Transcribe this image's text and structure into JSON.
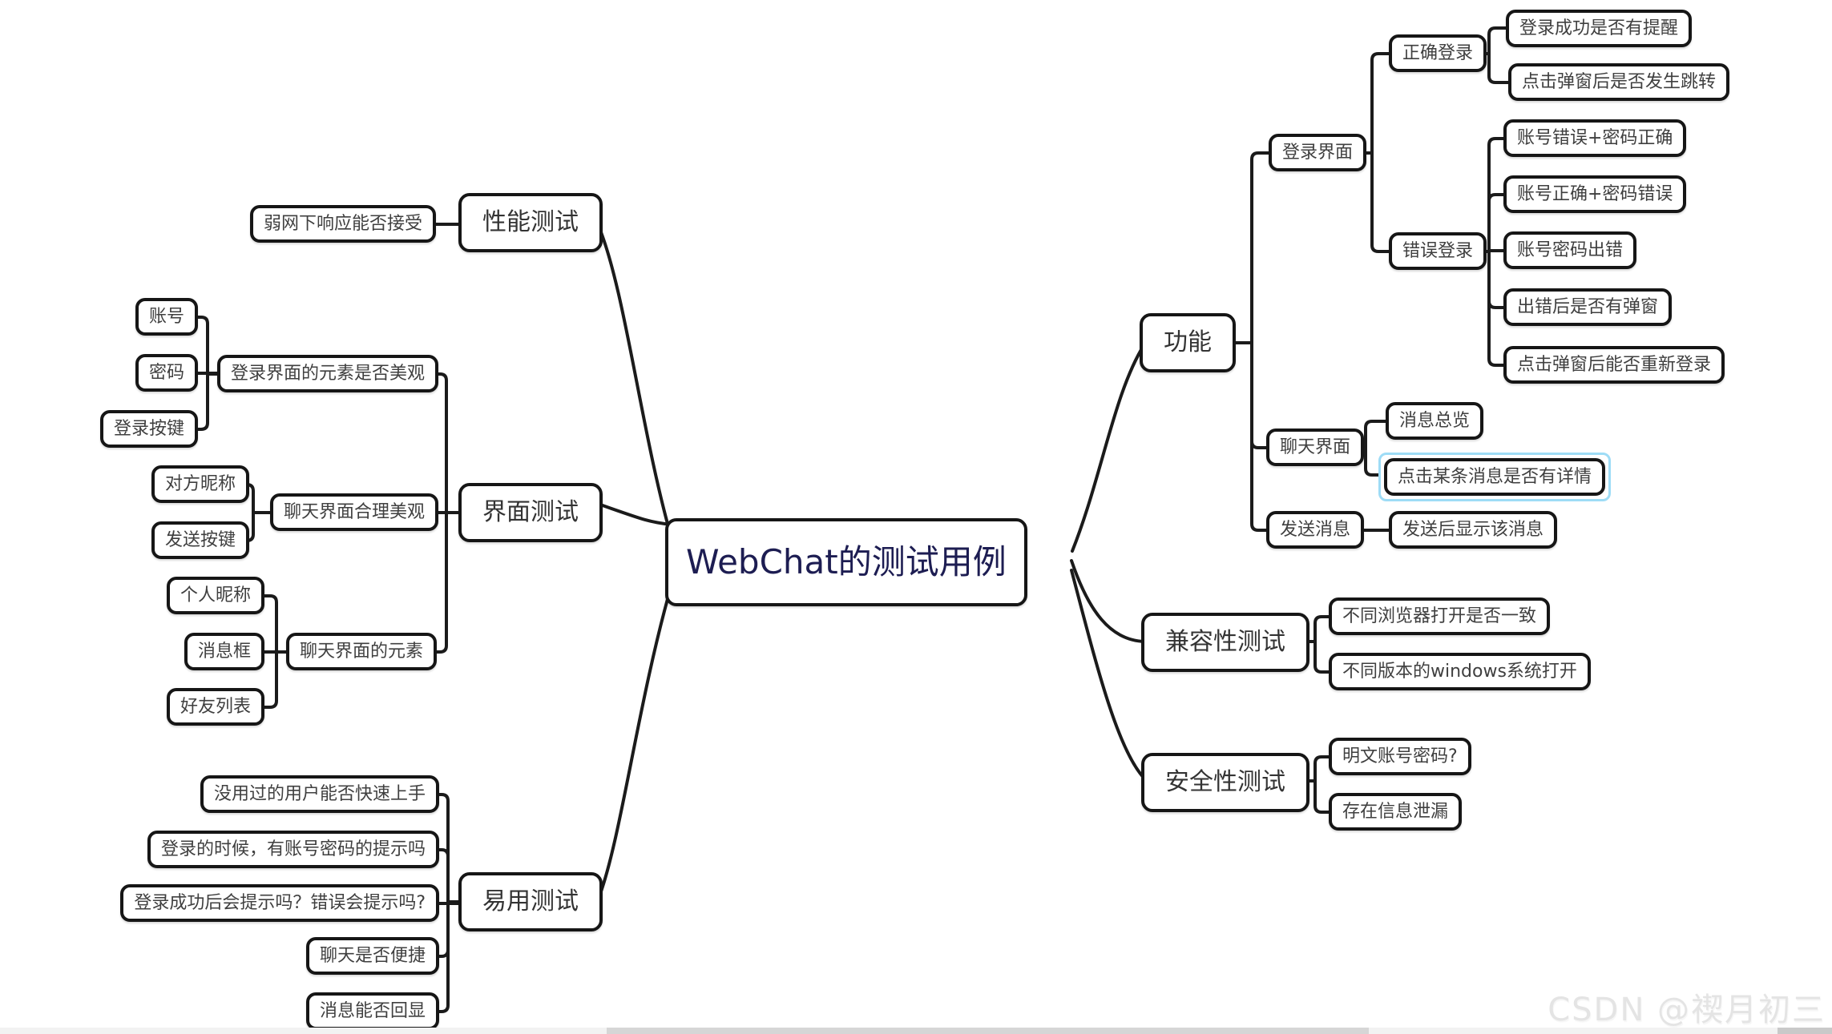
{
  "title": "WebChat的测试用例",
  "watermark": "CSDN @禊月初三",
  "colors": {
    "line": "#1b1b1b",
    "node_border": "#161616",
    "title_text": "#1d1d52",
    "node_text": "#3f3f3f",
    "selection_outline": "#9edcf6",
    "background": "#ffffff"
  },
  "selected_node": "点击某条消息是否有详情",
  "nodes": {
    "perf": "性能测试",
    "perf_weak": "弱网下响应能否接受",
    "ui": "界面测试",
    "login_beauty": "登录界面的元素是否美观",
    "acct": "账号",
    "pwd": "密码",
    "loginbtn": "登录按键",
    "chat_beauty": "聊天界面合理美观",
    "nick_other": "对方昵称",
    "send_btn": "发送按键",
    "chat_elem": "聊天界面的元素",
    "nick_self": "个人昵称",
    "msgbox": "消息框",
    "friends": "好友列表",
    "usability": "易用测试",
    "usa_newuser": "没用过的用户能否快速上手",
    "usa_hint": "登录的时候，有账号密码的提示吗",
    "usa_feedback": "登录成功后会提示吗？错误会提示吗?",
    "usa_chat": "聊天是否便捷",
    "usa_echo": "消息能否回显",
    "func": "功能",
    "login_ui": "登录界面",
    "login_ok": "正确登录",
    "ok_remind": "登录成功是否有提醒",
    "ok_jump": "点击弹窗后是否发生跳转",
    "login_err": "错误登录",
    "err_a": "账号错误+密码正确",
    "err_b": "账号正确+密码错误",
    "err_c": "账号密码出错",
    "err_d": "出错后是否有弹窗",
    "err_e": "点击弹窗后能否重新登录",
    "chat_ui": "聊天界面",
    "chat_overview": "消息总览",
    "chat_detail": "点击某条消息是否有详情",
    "send_msg": "发送消息",
    "send_show": "发送后显示该消息",
    "compat": "兼容性测试",
    "compat_browser": "不同浏览器打开是否一致",
    "compat_windows": "不同版本的windows系统打开",
    "security": "安全性测试",
    "sec_plain": "明文账号密码?",
    "sec_leak": "存在信息泄漏"
  }
}
